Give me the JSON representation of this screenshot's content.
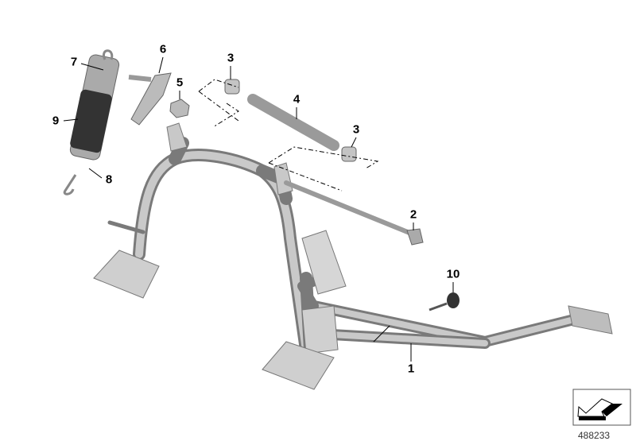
{
  "diagram": {
    "callouts": [
      {
        "id": "label-7",
        "text": "7"
      },
      {
        "id": "label-6",
        "text": "6"
      },
      {
        "id": "label-5",
        "text": "5"
      },
      {
        "id": "label-3a",
        "text": "3"
      },
      {
        "id": "label-4",
        "text": "4"
      },
      {
        "id": "label-3b",
        "text": "3"
      },
      {
        "id": "label-9",
        "text": "9"
      },
      {
        "id": "label-8",
        "text": "8"
      },
      {
        "id": "label-2",
        "text": "2"
      },
      {
        "id": "label-10",
        "text": "10"
      },
      {
        "id": "label-1",
        "text": "1"
      }
    ],
    "reference_number": "488233",
    "icons": {
      "orientation": "arrow-orientation-icon"
    }
  }
}
